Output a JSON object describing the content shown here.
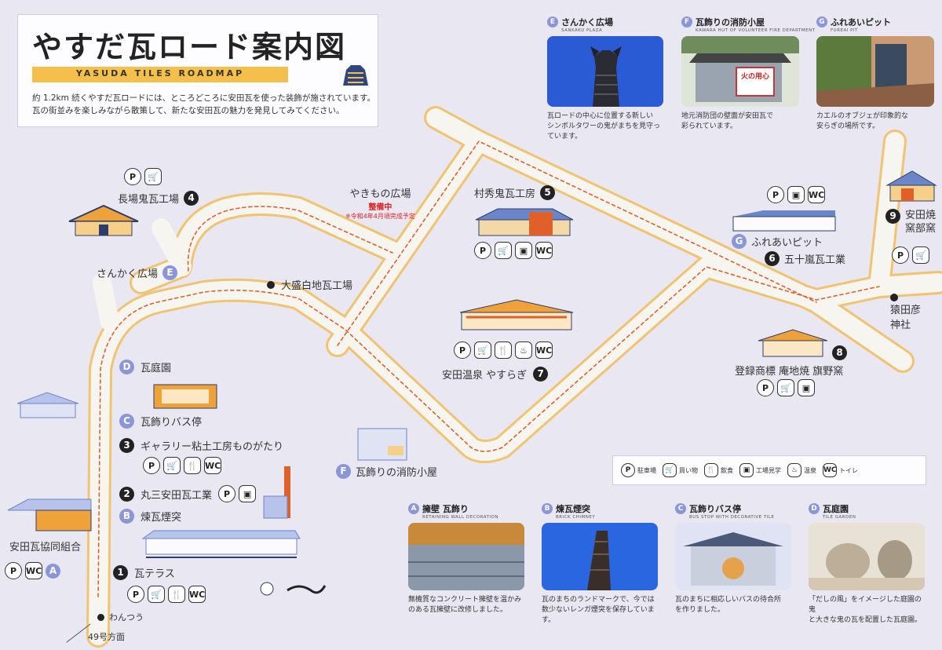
{
  "title": {
    "main": "やすだ瓦ロード案内図",
    "sub": "YASUDA TILES ROADMAP",
    "desc1": "約 1.2km 続くやすだ瓦ロードには、ところどころに安田瓦を使った装飾が施されています。",
    "desc2": "瓦の街並みを楽しみながら散策して、新たな安田瓦の魅力を発見してみてください。"
  },
  "icons": {
    "parking": "P",
    "shop": "🛒",
    "food": "🍴",
    "factory": "▣",
    "onsen": "♨",
    "wc": "WC"
  },
  "legend": [
    {
      "icon": "parking-icon",
      "glyph": "P",
      "label": "駐車場"
    },
    {
      "icon": "shopping-cart-icon",
      "glyph": "🛒",
      "label": "買い物"
    },
    {
      "icon": "fork-knife-icon",
      "glyph": "🍴",
      "label": "飲食"
    },
    {
      "icon": "factory-tour-icon",
      "glyph": "▣",
      "label": "工場見学"
    },
    {
      "icon": "onsen-icon",
      "glyph": "♨",
      "label": "温泉"
    },
    {
      "icon": "toilet-icon",
      "glyph": "WC",
      "label": "トイレ"
    }
  ],
  "spots": {
    "s1": {
      "num": "1",
      "name": "瓦テラス"
    },
    "s2": {
      "num": "2",
      "name": "丸三安田瓦工業"
    },
    "s3": {
      "num": "3",
      "name": "ギャラリー粘土工房ものがたり"
    },
    "s4": {
      "num": "4",
      "name": "長場鬼瓦工場"
    },
    "s5": {
      "num": "5",
      "name": "村秀鬼瓦工房"
    },
    "s6": {
      "num": "6",
      "name": "五十嵐瓦工業"
    },
    "s7": {
      "num": "7",
      "name": "安田温泉 やすらぎ"
    },
    "s8": {
      "num": "8",
      "name": "登録商標 庵地焼 旗野窯"
    },
    "s9": {
      "num": "9",
      "name1": "安田焼",
      "name2": "窯部窯"
    }
  },
  "points": {
    "A": {
      "letter": "A",
      "name": "安田瓦協同組合"
    },
    "B": {
      "letter": "B",
      "name": "煉瓦煙突"
    },
    "C": {
      "letter": "C",
      "name": "瓦飾りバス停"
    },
    "D": {
      "letter": "D",
      "name": "瓦庭園"
    },
    "E": {
      "letter": "E",
      "name": "さんかく広場"
    },
    "F": {
      "letter": "F",
      "name": "瓦飾りの消防小屋"
    },
    "G": {
      "letter": "G",
      "name": "ふれあいピット"
    }
  },
  "others": {
    "yakimono": "やきもの広場",
    "seibi": "整備中",
    "seibi_note": "※令和4年4月頃完成予定",
    "oomori": "大盛白地瓦工場",
    "inoue": "猿田彦",
    "inoue2": "神社",
    "wantsuu": "わんつう",
    "route49": "49号方面"
  },
  "top_photos": [
    {
      "letter": "E",
      "title": "さんかく広場",
      "sub": "SANKAKU PLAZA",
      "text1": "瓦ロードの中心に位置する新しい",
      "text2": "シンボルタワーの鬼がまちを見守っています。"
    },
    {
      "letter": "F",
      "title": "瓦飾りの消防小屋",
      "sub": "KAWARA HUT OF VOLUNTEER FIRE DEPARTMENT",
      "text1": "地元消防団の壁面が安田瓦で",
      "text2": "彩られています。",
      "sign": "火の用心"
    },
    {
      "letter": "G",
      "title": "ふれあいピット",
      "sub": "FUREAI PIT",
      "text1": "カエルのオブジェが印象的な",
      "text2": "安らぎの場所です。"
    }
  ],
  "bottom_photos": [
    {
      "letter": "A",
      "title": "擁壁 瓦飾り",
      "sub": "RETAINING WALL DECORATION",
      "text1": "無機質なコンクリート擁壁を温かみ",
      "text2": "のある瓦擁壁に改修しました。"
    },
    {
      "letter": "B",
      "title": "煉瓦煙突",
      "sub": "BRICK CHIMNEY",
      "text1": "瓦のまちのランドマークで、今では",
      "text2": "数少ないレンガ煙突を保存しています。"
    },
    {
      "letter": "C",
      "title": "瓦飾りバス停",
      "sub": "BUS STOP WITH DECORATIVE TILE",
      "text1": "瓦のまちに相応しいバスの待合所",
      "text2": "を作りました。"
    },
    {
      "letter": "D",
      "title": "瓦庭園",
      "sub": "TILE GARDEN",
      "text1": "「だしの風」をイメージした庭園の鬼",
      "text2": "と大きな鬼の瓦を配置した瓦庭園。"
    }
  ],
  "colors": {
    "road": "#f7f5f0",
    "road_edge": "#f2c063",
    "route": "#e0602a",
    "badge": "#8a96d8",
    "bg": "#e9e7f2"
  }
}
